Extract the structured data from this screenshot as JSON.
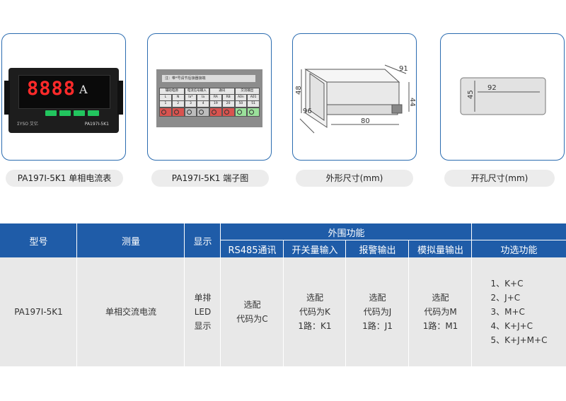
{
  "cards": [
    {
      "caption": "PA197I-5K1 单相电流表"
    },
    {
      "caption": "PA197I-5K1 端子图"
    },
    {
      "caption": "外形尺寸(mm)"
    },
    {
      "caption": "开孔尺寸(mm)"
    }
  ],
  "meter": {
    "digits": "8888",
    "unit": "A",
    "brand": "ΣYSO 艾亿",
    "model": "PA197I-5K1"
  },
  "terminal": {
    "note": "注：带*号请节后接器接端",
    "groups": [
      "辅助电源",
      "电流信号输入",
      "通讯",
      "交流输出"
    ],
    "labels": [
      "L",
      "N",
      "Ia*",
      "Ia",
      "RA",
      "RB",
      "A0n",
      "A01"
    ],
    "numbers": [
      "1",
      "2",
      "3",
      "4",
      "19",
      "20",
      "50",
      "51"
    ]
  },
  "dims": {
    "d91": "91",
    "d48": "48",
    "d44": "44",
    "d96": "96",
    "d80": "80",
    "d45": "45",
    "d92": "92"
  },
  "table": {
    "headers": {
      "model": "型号",
      "measure": "测量",
      "display": "显示",
      "peripheral": "外围功能",
      "rs485": "RS485通讯",
      "switch_in": "开关量输入",
      "alarm_out": "报警输出",
      "analog_out": "模拟量输出",
      "options": "功选功能"
    },
    "row": {
      "model": "PA197I-5K1",
      "measure": "单相交流电流",
      "display": [
        "单排",
        "LED",
        "显示"
      ],
      "rs485": [
        "选配",
        "代码为C"
      ],
      "switch_in": [
        "选配",
        "代码为K",
        "1路：K1"
      ],
      "alarm_out": [
        "选配",
        "代码为J",
        "1路：J1"
      ],
      "analog_out": [
        "选配",
        "代码为M",
        "1路：M1"
      ],
      "options": [
        "1、K+C",
        "2、J+C",
        "3、M+C",
        "4、K+J+C",
        "5、K+J+M+C"
      ]
    }
  }
}
